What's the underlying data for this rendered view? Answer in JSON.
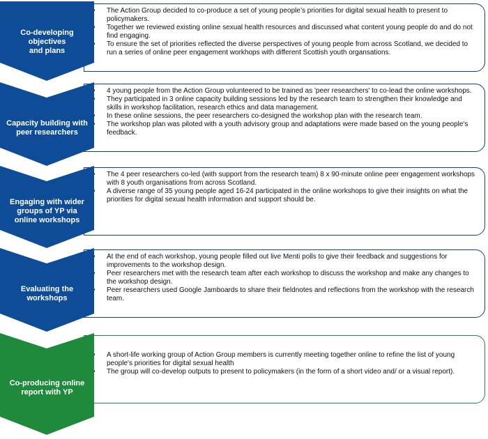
{
  "colors": {
    "blue": "#0f4c97",
    "green": "#1f8a3c",
    "panel_border_blue": "#123f88"
  },
  "stages": [
    {
      "label": "Co-developing objectives\nand plans",
      "color": "blue",
      "bullets": [
        "The Action Group decided to co-produce a set of young people’s priorities for digital sexual health to present to policymakers.",
        "Together we reviewed existing online sexual health resources and discussed what content young people do and do not find engaging.",
        "To ensure the set of priorities reflected the diverse perspectives of young people from across Scotland, we decided to run a series of online peer engagement workhops with different Scottish youth organsations."
      ]
    },
    {
      "label": "Capacity building with\npeer researchers",
      "color": "blue",
      "bullets": [
        "4 young people from the Action Group volunteered to be trained as 'peer researchers' to co-lead the online workshops.",
        "They participated in 3 online capacity building sessions led by the research team to strengthen their knowledge and skills in workshop facilitation, research ethics and data management.",
        "In these online sessions, the peer researchers co-designed the workshop plan with the research team.",
        "The workshop plan was piloted with a youth advisory group and adaptations were made based on the young people's feedback."
      ]
    },
    {
      "label": "Engaging with wider\ngroups of YP via\nonline workshops",
      "color": "blue",
      "bullets": [
        "The 4 peer researchers co-led (with support from the research team) 8 x 90-minute online peer engagement workshops with 8 youth organisations from across Scotland.",
        "A diverse range of 35 young people aged 16-24 participated in the online workshops to give their insights on what the priorities for digital sexual health information and support should be."
      ]
    },
    {
      "label": "Evaluating the\nworkshops",
      "color": "blue",
      "bullets": [
        "At the end of each workshop, young people filled out live Menti polls to give their feedback and suggestions for improvements to the workshop design.",
        "Peer researchers met with the research team after each workshop to discuss the workshop and make any changes to the workshop design.",
        "Peer researchers used Google Jamboards to share their fieldnotes and reflections from the workshop with the research team."
      ]
    },
    {
      "label": "Co-producing online\nreport with YP",
      "color": "green",
      "bullets": [
        "A short-life working group of Action Group members is currently meeting together online to refine the list of young people's priorities for digital sexual health",
        "The group will co-develop outputs to present to policymakers (in the form of a short video and/ or a visual report)."
      ]
    }
  ]
}
